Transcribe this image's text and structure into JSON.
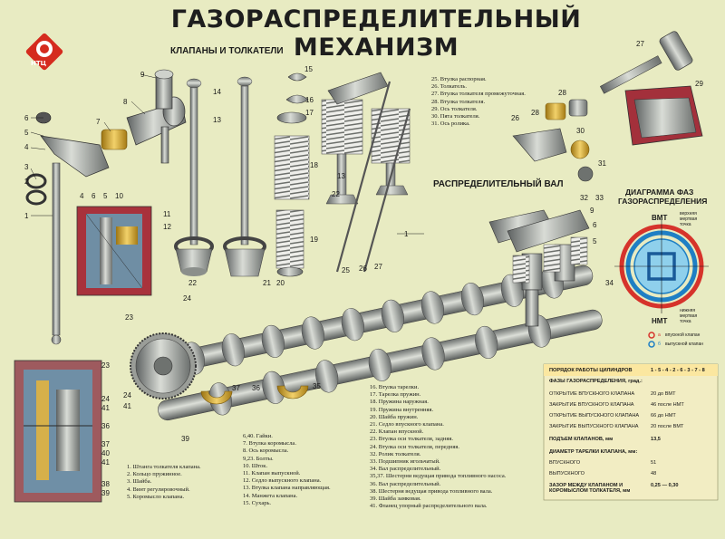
{
  "title": "ГАЗОРАСПРЕДЕЛИТЕЛЬНЫЙ МЕХАНИЗМ",
  "logo_text": "НТЦ",
  "sections": {
    "valves": "КЛАПАНЫ И ТОЛКАТЕЛИ",
    "camshaft": "РАСПРЕДЕЛИТЕЛЬНЫЙ ВАЛ",
    "diagram_title_1": "ДИАГРАММА ФАЗ",
    "diagram_title_2": "ГАЗОРАСПРЕДЕЛЕНИЯ"
  },
  "diagram": {
    "vmt": "ВМТ",
    "nmt": "НМТ",
    "top_dead": "верхняя мертвая точка",
    "bottom_dead": "нижняя мертвая точка",
    "intake_key": "а",
    "intake_text": "впускной клапан",
    "exhaust_key": "б",
    "exhaust_text": "выпускной клапан",
    "colors": {
      "intake": "#d6332b",
      "exhaust": "#1f7fc4",
      "ring": "#8fd0ec"
    }
  },
  "legend_top": [
    "25. Втулка распорная.",
    "26. Толкатель.",
    "27. Втулка толкателя промежуточная.",
    "28. Втулка толкателя.",
    "29. Ось толкателя.",
    "30. Пята толкателя.",
    "31. Ось ролика."
  ],
  "legend_left": [
    "1. Штанга толкателя клапана.",
    "2. Кольцо пружинное.",
    "3. Шайба.",
    "4. Винт регулировочный.",
    "5. Коромысло клапана."
  ],
  "legend_mid": [
    "6,40. Гайки.",
    "7. Втулка коромысла.",
    "8. Ось коромысла.",
    "9,23. Болты.",
    "10. Шток.",
    "11. Клапан выпускной.",
    "12. Седло выпускного клапана.",
    "13. Втулка клапана направляющая.",
    "14. Манжета клапана.",
    "15. Сухарь."
  ],
  "legend_right": [
    "16. Втулка тарелки.",
    "17. Тарелка пружин.",
    "18. Пружина наружная.",
    "19. Пружина внутренняя.",
    "20. Шайба пружин.",
    "21. Седло впускного клапана.",
    "22. Клапан впускной.",
    "23. Втулка оси толкателя, задняя.",
    "24. Втулка оси толкателя, передняя.",
    "32. Ролик толкателя.",
    "33. Подшипник игольчатый.",
    "34. Вал распределительный.",
    "35,37. Шестерни ведущая привода топливного насоса.",
    "36. Вал распределительный.",
    "38. Шестерня ведущая привода топливного вала.",
    "39. Шайба замковая.",
    "41. Фланец упорный распределительного вала."
  ],
  "table": {
    "rows": [
      {
        "k": "ПОРЯДОК РАБОТЫ ЦИЛИНДРОВ",
        "v": "1 - 5 - 4 - 2 - 6 - 3 - 7 - 8"
      },
      {
        "k": "ФАЗЫ ГАЗОРАСПРЕДЕЛЕНИЯ, град.:",
        "v": ""
      },
      {
        "k": "ОТКРЫТИЕ ВПУСКНОГО КЛАПАНА",
        "v": "20  до ВМТ"
      },
      {
        "k": "ЗАКРЫТИЕ ВПУСКНОГО КЛАПАНА",
        "v": "46  после НМТ"
      },
      {
        "k": "ОТКРЫТИЕ ВЫПУСКНОГО КЛАПАНА",
        "v": "66  до НМТ"
      },
      {
        "k": "ЗАКРЫТИЕ ВЫПУСКНОГО КЛАПАНА",
        "v": "20  после ВМТ"
      },
      {
        "k": "ПОДЪЕМ КЛАПАНОВ, мм",
        "v": "13,5"
      },
      {
        "k": "ДИАМЕТР ТАРЕЛКИ КЛАПАНА, мм:",
        "v": ""
      },
      {
        "k": "ВПУСКНОГО",
        "v": "51"
      },
      {
        "k": "ВЫПУСКНОГО",
        "v": "48"
      },
      {
        "k": "ЗАЗОР МЕЖДУ КЛАПАНОМ И КОРОМЫСЛОМ ТОЛКАТЕЛЯ, мм",
        "v": "0,25 — 0,30"
      }
    ]
  },
  "callouts": [
    "1",
    "2",
    "3",
    "4",
    "5",
    "6",
    "7",
    "8",
    "9",
    "10",
    "11",
    "12",
    "13",
    "14",
    "15",
    "16",
    "17",
    "18",
    "19",
    "20",
    "21",
    "22",
    "23",
    "24",
    "25",
    "26",
    "27",
    "28",
    "29",
    "30",
    "31",
    "32",
    "33",
    "34",
    "35",
    "36",
    "37",
    "38",
    "39",
    "40",
    "41"
  ]
}
